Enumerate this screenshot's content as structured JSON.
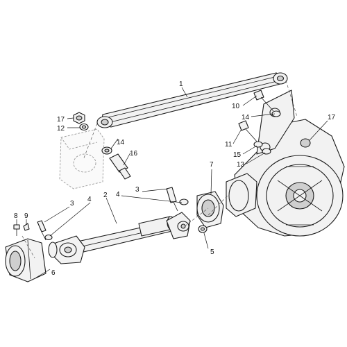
{
  "callouts": {
    "c1": "1",
    "c2": "2",
    "c3a": "3",
    "c3b": "3",
    "c4a": "4",
    "c4b": "4",
    "c5": "5",
    "c6": "6",
    "c7": "7",
    "c8": "8",
    "c9": "9",
    "c10": "10",
    "c11": "11",
    "c12": "12",
    "c13": "13",
    "c14a": "14",
    "c14b": "14",
    "c15": "15",
    "c16": "16",
    "c17a": "17",
    "c17b": "17"
  }
}
